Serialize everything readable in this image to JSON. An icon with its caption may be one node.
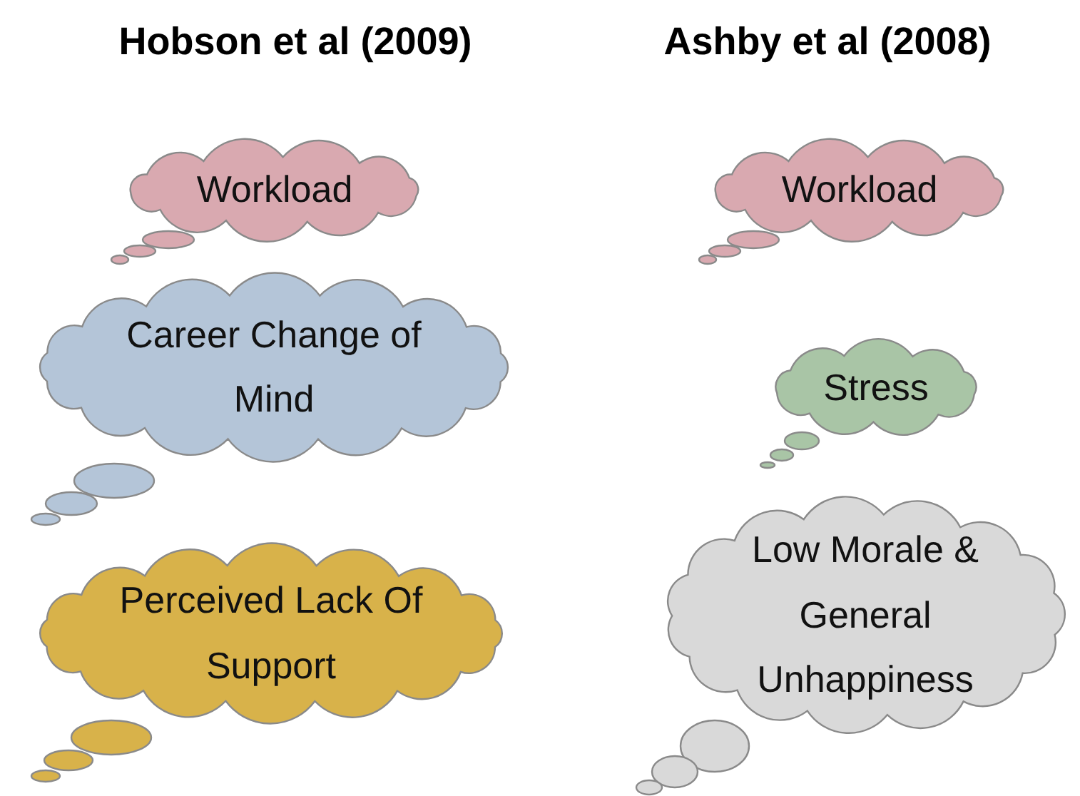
{
  "diagram": {
    "nodes": [
      {
        "text": [
          "Workload"
        ]
      },
      {
        "text": [
          "Career Change of Mind"
        ]
      },
      {
        "text": [
          "Perceived Lack Of Support"
        ]
      },
      {
        "text": [
          "Workload"
        ]
      },
      {
        "text": [
          "Stress"
        ]
      },
      {
        "text": [
          "Low Morale & General Unhappiness"
        ]
      }
    ],
    "labels": [
      "Hobson et al (2009)",
      "Ashby et al (2008)"
    ]
  }
}
